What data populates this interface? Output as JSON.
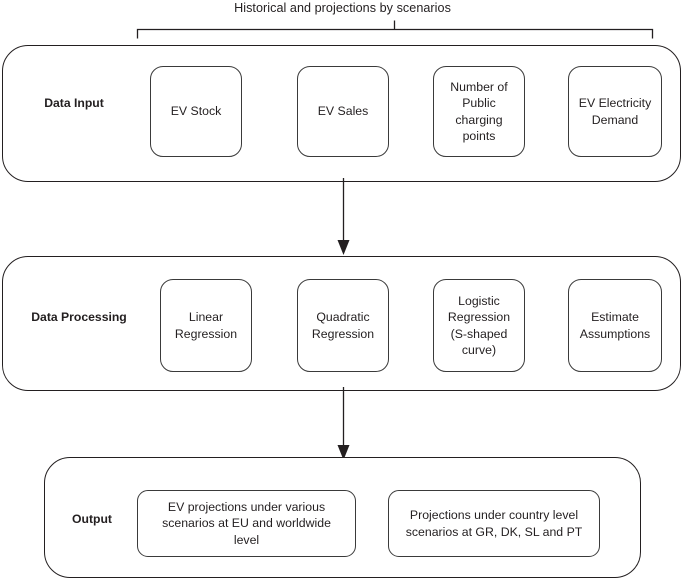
{
  "diagram": {
    "caption": "Historical and projections by scenarios",
    "colors": {
      "stroke": "#231f20",
      "node_stroke": "#3a3a3a",
      "text": "#231f20",
      "background": "#ffffff"
    },
    "stages": [
      {
        "id": "data-input",
        "label": "Data\nInput",
        "label_line1": "Data",
        "label_line2": "Input",
        "nodes": [
          {
            "id": "ev-stock",
            "lines": [
              "EV Stock"
            ]
          },
          {
            "id": "ev-sales",
            "lines": [
              "EV Sales"
            ]
          },
          {
            "id": "charging-points",
            "lines": [
              "Number of",
              "Public",
              "charging",
              "points"
            ]
          },
          {
            "id": "ev-electricity-demand",
            "lines": [
              "EV Electricity",
              "Demand"
            ]
          }
        ]
      },
      {
        "id": "data-processing",
        "label_line1": "Data",
        "label_line2": "Processing",
        "nodes": [
          {
            "id": "linear-regression",
            "lines": [
              "Linear",
              "Regression"
            ]
          },
          {
            "id": "quadratic-regression",
            "lines": [
              "Quadratic",
              "Regression"
            ]
          },
          {
            "id": "logistic-regression",
            "lines": [
              "Logistic",
              "Regression",
              "(S-shaped",
              "curve)"
            ]
          },
          {
            "id": "estimate-assumptions",
            "lines": [
              "Estimate",
              "Assumptions"
            ]
          }
        ]
      },
      {
        "id": "output",
        "label_line1": "Output",
        "nodes": [
          {
            "id": "output-eu-worldwide",
            "lines": [
              "EV projections under various",
              "scenarios at EU and worldwide",
              "level"
            ]
          },
          {
            "id": "output-country-level",
            "lines": [
              "Projections under country level",
              "scenarios at GR, DK, SL and PT"
            ]
          }
        ]
      }
    ],
    "connectors": [
      {
        "id": "input-to-processing",
        "from": "data-input",
        "to": "data-processing",
        "style": "arrow-down"
      },
      {
        "id": "processing-to-output",
        "from": "data-processing",
        "to": "output",
        "style": "arrow-down"
      }
    ]
  }
}
